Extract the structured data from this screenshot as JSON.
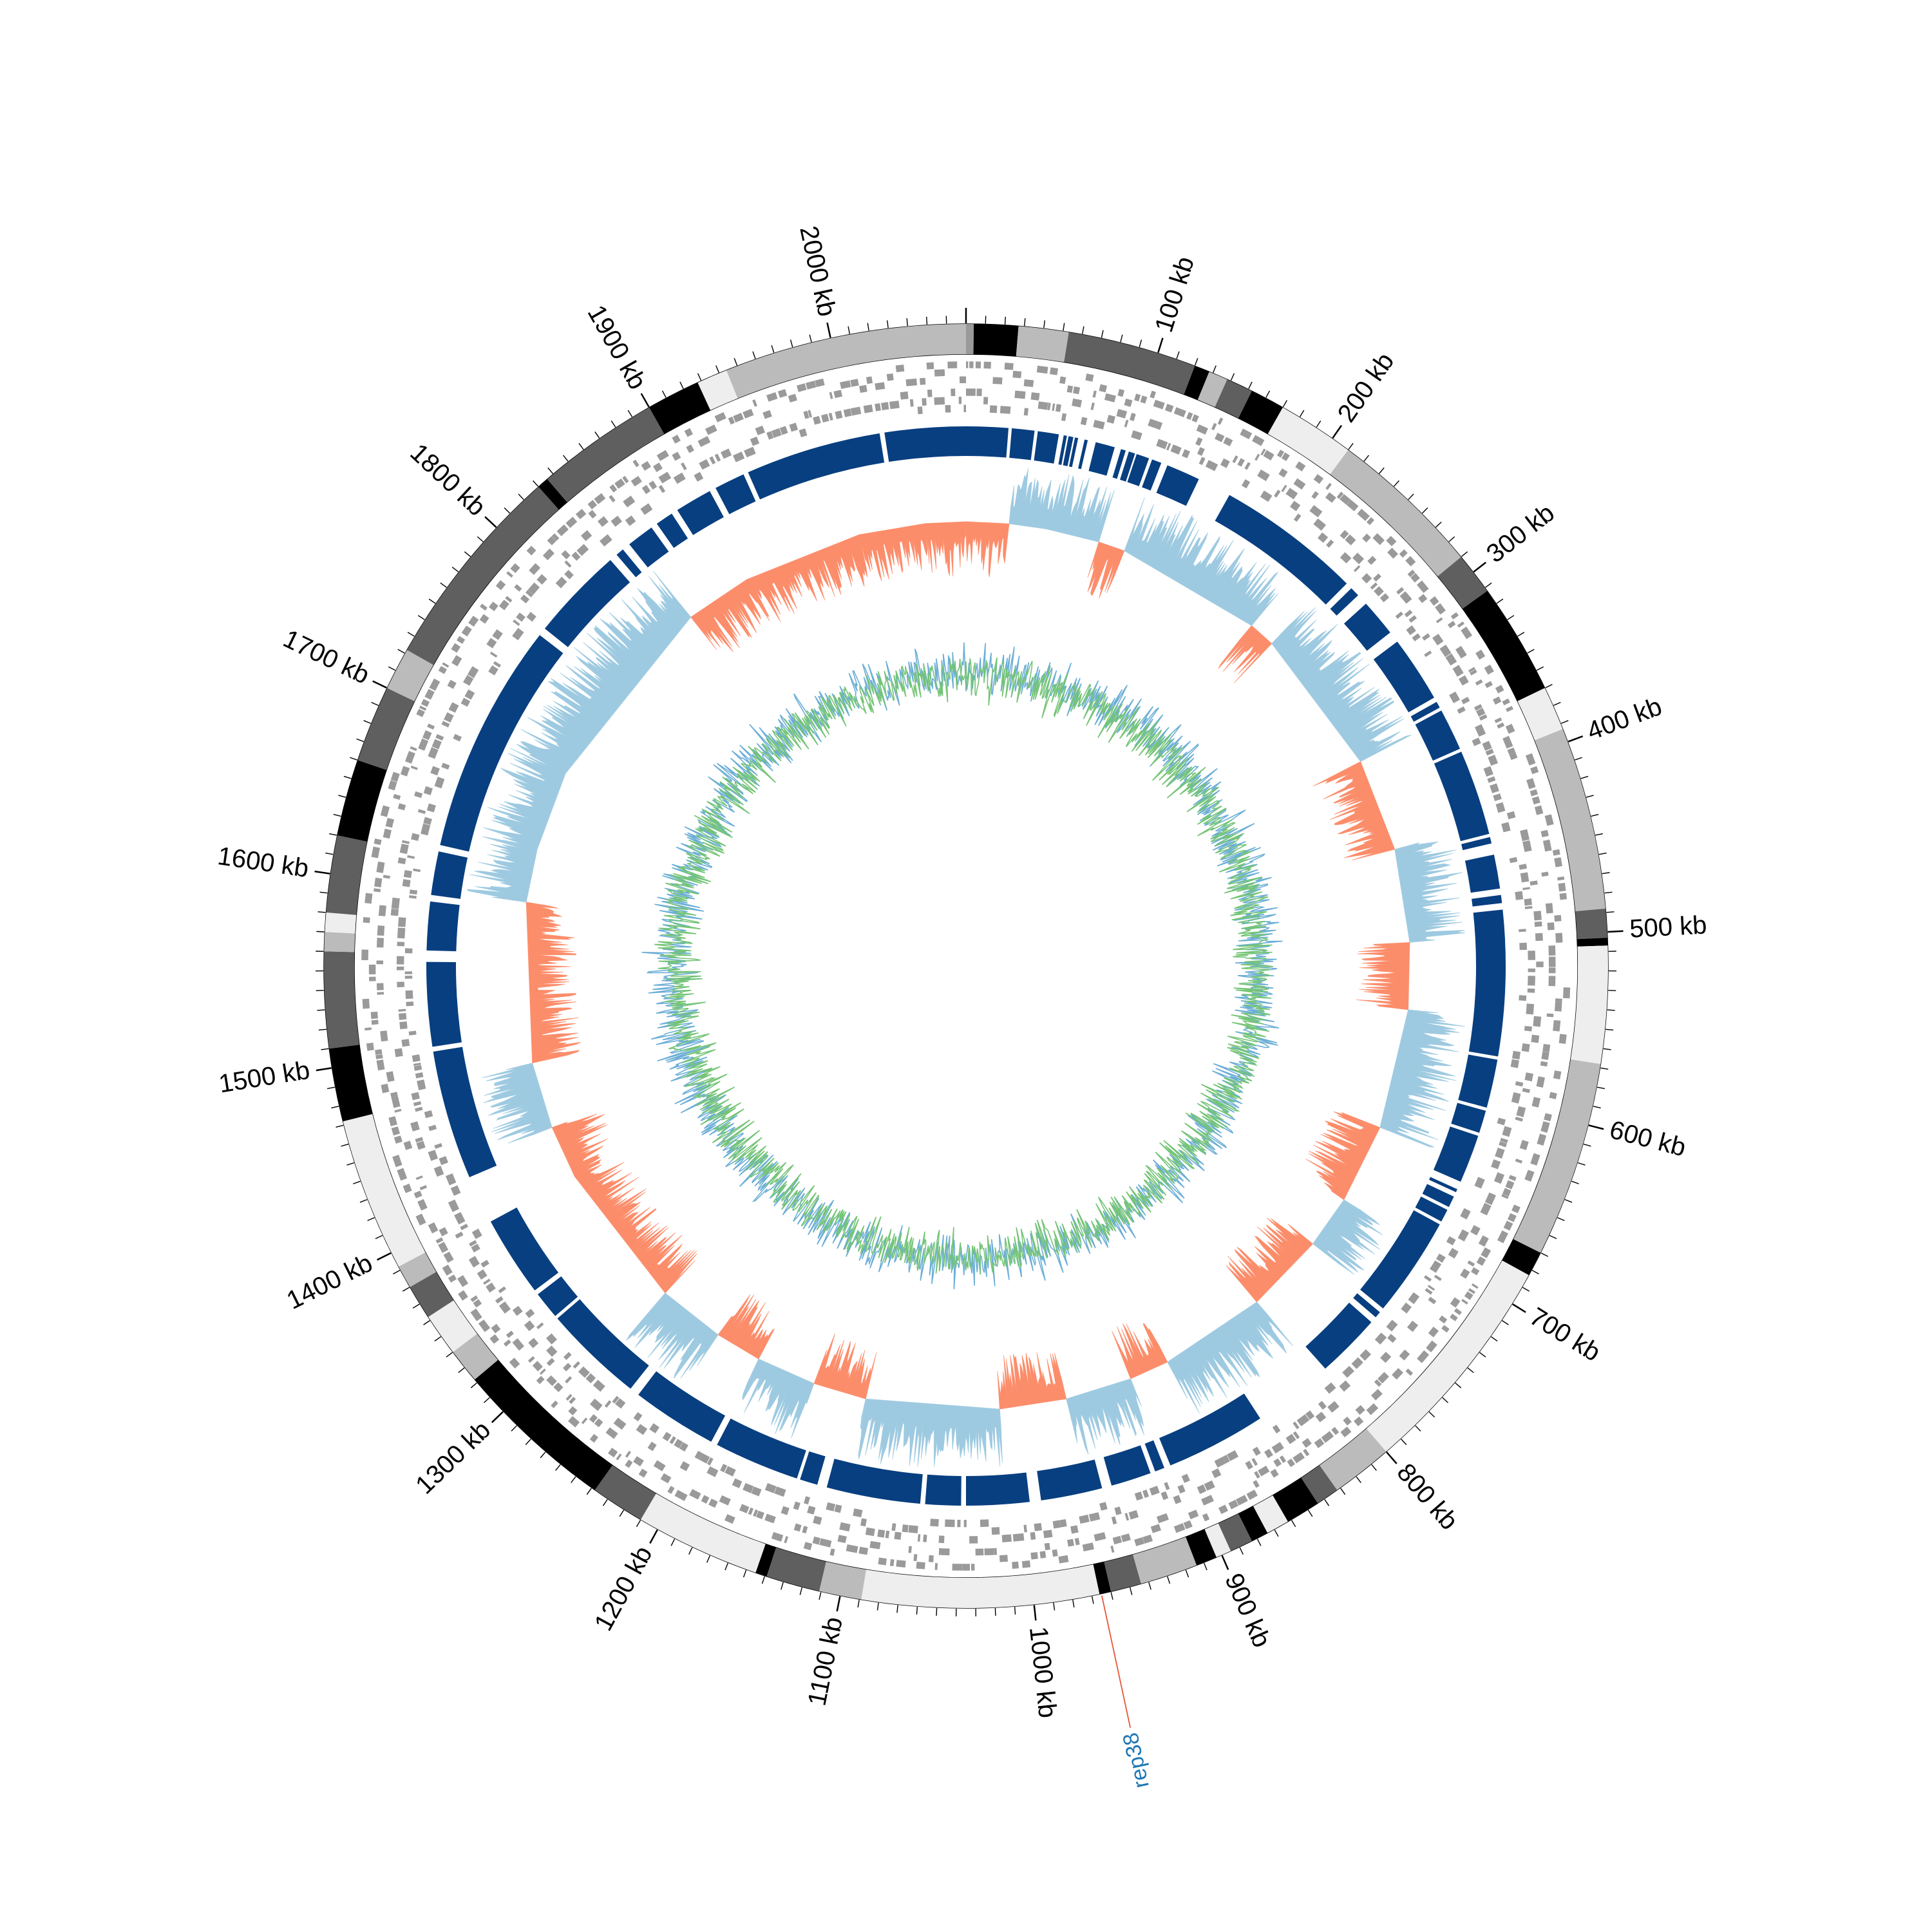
{
  "genome": {
    "length_kb": 2070,
    "tick_labels": [
      {
        "kb": 100,
        "label": "100 kb"
      },
      {
        "kb": 200,
        "label": "200 kb"
      },
      {
        "kb": 300,
        "label": "300 kb"
      },
      {
        "kb": 400,
        "label": "400 kb"
      },
      {
        "kb": 500,
        "label": "500 kb"
      },
      {
        "kb": 600,
        "label": "600 kb"
      },
      {
        "kb": 700,
        "label": "700 kb"
      },
      {
        "kb": 800,
        "label": "800 kb"
      },
      {
        "kb": 900,
        "label": "900 kb"
      },
      {
        "kb": 1000,
        "label": "1000 kb"
      },
      {
        "kb": 1100,
        "label": "1100 kb"
      },
      {
        "kb": 1200,
        "label": "1200 kb"
      },
      {
        "kb": 1300,
        "label": "1300 kb"
      },
      {
        "kb": 1400,
        "label": "1400 kb"
      },
      {
        "kb": 1500,
        "label": "1500 kb"
      },
      {
        "kb": 1600,
        "label": "1600 kb"
      },
      {
        "kb": 1700,
        "label": "1700 kb"
      },
      {
        "kb": 1800,
        "label": "1800 kb"
      },
      {
        "kb": 1900,
        "label": "1900 kb"
      },
      {
        "kb": 2000,
        "label": "2000 kb"
      }
    ]
  },
  "contig_ring": {
    "blocks": [
      {
        "start": 0,
        "end": 4,
        "shade": "#9a9a9a"
      },
      {
        "start": 4,
        "end": 27,
        "shade": "#000000"
      },
      {
        "start": 27,
        "end": 53,
        "shade": "#bbbbbb"
      },
      {
        "start": 53,
        "end": 120,
        "shade": "#5f5f5f"
      },
      {
        "start": 120,
        "end": 128,
        "shade": "#000000"
      },
      {
        "start": 128,
        "end": 138,
        "shade": "#bbbbbb"
      },
      {
        "start": 138,
        "end": 152,
        "shade": "#5f5f5f"
      },
      {
        "start": 152,
        "end": 170,
        "shade": "#000000"
      },
      {
        "start": 170,
        "end": 210,
        "shade": "#eeeeee"
      },
      {
        "start": 210,
        "end": 290,
        "shade": "#bbbbbb"
      },
      {
        "start": 290,
        "end": 312,
        "shade": "#5f5f5f"
      },
      {
        "start": 312,
        "end": 370,
        "shade": "#000000"
      },
      {
        "start": 370,
        "end": 393,
        "shade": "#eeeeee"
      },
      {
        "start": 393,
        "end": 488,
        "shade": "#bbbbbb"
      },
      {
        "start": 488,
        "end": 503,
        "shade": "#5f5f5f"
      },
      {
        "start": 503,
        "end": 507,
        "shade": "#000000"
      },
      {
        "start": 507,
        "end": 568,
        "shade": "#eeeeee"
      },
      {
        "start": 568,
        "end": 670,
        "shade": "#bbbbbb"
      },
      {
        "start": 670,
        "end": 683,
        "shade": "#000000"
      },
      {
        "start": 683,
        "end": 800,
        "shade": "#eeeeee"
      },
      {
        "start": 800,
        "end": 832,
        "shade": "#bbbbbb"
      },
      {
        "start": 832,
        "end": 844,
        "shade": "#5f5f5f"
      },
      {
        "start": 844,
        "end": 862,
        "shade": "#000000"
      },
      {
        "start": 862,
        "end": 874,
        "shade": "#eeeeee"
      },
      {
        "start": 874,
        "end": 883,
        "shade": "#000000"
      },
      {
        "start": 883,
        "end": 895,
        "shade": "#5f5f5f"
      },
      {
        "start": 895,
        "end": 903,
        "shade": "#eeeeee"
      },
      {
        "start": 903,
        "end": 914,
        "shade": "#000000"
      },
      {
        "start": 914,
        "end": 944,
        "shade": "#bbbbbb"
      },
      {
        "start": 944,
        "end": 960,
        "shade": "#5f5f5f"
      },
      {
        "start": 960,
        "end": 966,
        "shade": "#000000"
      },
      {
        "start": 966,
        "end": 1089,
        "shade": "#eeeeee"
      },
      {
        "start": 1089,
        "end": 1111,
        "shade": "#bbbbbb"
      },
      {
        "start": 1111,
        "end": 1139,
        "shade": "#5f5f5f"
      },
      {
        "start": 1139,
        "end": 1145,
        "shade": "#000000"
      },
      {
        "start": 1145,
        "end": 1210,
        "shade": "#eeeeee"
      },
      {
        "start": 1210,
        "end": 1238,
        "shade": "#5f5f5f"
      },
      {
        "start": 1238,
        "end": 1322,
        "shade": "#000000"
      },
      {
        "start": 1322,
        "end": 1340,
        "shade": "#bbbbbb"
      },
      {
        "start": 1340,
        "end": 1362,
        "shade": "#eeeeee"
      },
      {
        "start": 1362,
        "end": 1380,
        "shade": "#5f5f5f"
      },
      {
        "start": 1380,
        "end": 1392,
        "shade": "#bbbbbb"
      },
      {
        "start": 1392,
        "end": 1472,
        "shade": "#eeeeee"
      },
      {
        "start": 1472,
        "end": 1510,
        "shade": "#000000"
      },
      {
        "start": 1510,
        "end": 1560,
        "shade": "#5f5f5f"
      },
      {
        "start": 1560,
        "end": 1570,
        "shade": "#bbbbbb"
      },
      {
        "start": 1570,
        "end": 1580,
        "shade": "#eeeeee"
      },
      {
        "start": 1580,
        "end": 1620,
        "shade": "#5f5f5f"
      },
      {
        "start": 1620,
        "end": 1660,
        "shade": "#000000"
      },
      {
        "start": 1660,
        "end": 1700,
        "shade": "#5f5f5f"
      },
      {
        "start": 1700,
        "end": 1722,
        "shade": "#bbbbbb"
      },
      {
        "start": 1722,
        "end": 1830,
        "shade": "#5f5f5f"
      },
      {
        "start": 1830,
        "end": 1836,
        "shade": "#000000"
      },
      {
        "start": 1836,
        "end": 1900,
        "shade": "#5f5f5f"
      },
      {
        "start": 1900,
        "end": 1928,
        "shade": "#000000"
      },
      {
        "start": 1928,
        "end": 1944,
        "shade": "#eeeeee"
      },
      {
        "start": 1944,
        "end": 2070,
        "shade": "#bbbbbb"
      }
    ]
  },
  "gene_rings": {
    "color": "#9a9a9a"
  },
  "blast_ring": {
    "color": "#083f80",
    "segments": [
      [
        0,
        26
      ],
      [
        28,
        42
      ],
      [
        44,
        57
      ],
      [
        60,
        62
      ],
      [
        63,
        66
      ],
      [
        67,
        69
      ],
      [
        73,
        75
      ],
      [
        80,
        92
      ],
      [
        96,
        99
      ],
      [
        101,
        105
      ],
      [
        106,
        114
      ],
      [
        116,
        122
      ],
      [
        126,
        147
      ],
      [
        168,
        258
      ],
      [
        262,
        268
      ],
      [
        275,
        298
      ],
      [
        305,
        346
      ],
      [
        349,
        353
      ],
      [
        355,
        381
      ],
      [
        383,
        436
      ],
      [
        438,
        442
      ],
      [
        449,
        470
      ],
      [
        474,
        479
      ],
      [
        483,
        573
      ],
      [
        575,
        605
      ],
      [
        607,
        621
      ],
      [
        623,
        653
      ],
      [
        658,
        660
      ],
      [
        663,
        670
      ],
      [
        672,
        680
      ],
      [
        682,
        744
      ],
      [
        747,
        751
      ],
      [
        755,
        795
      ],
      [
        845,
        907
      ],
      [
        911,
        917
      ],
      [
        920,
        945
      ],
      [
        951,
        989
      ],
      [
        996,
        1035
      ],
      [
        1038,
        1060
      ],
      [
        1063,
        1121
      ],
      [
        1127,
        1138
      ],
      [
        1140,
        1193
      ],
      [
        1197,
        1250
      ],
      [
        1256,
        1318
      ],
      [
        1320,
        1337
      ],
      [
        1340,
        1390
      ],
      [
        1420,
        1500
      ],
      [
        1503,
        1555
      ],
      [
        1562,
        1592
      ],
      [
        1596,
        1623
      ],
      [
        1627,
        1770
      ],
      [
        1775,
        1833
      ],
      [
        1838,
        1843
      ],
      [
        1848,
        1865
      ],
      [
        1869,
        1880
      ],
      [
        1884,
        1907
      ],
      [
        1911,
        1930
      ],
      [
        1933,
        2017
      ],
      [
        2020,
        2070
      ]
    ]
  },
  "gc_content_ring": {
    "above_color": "#9ecae1",
    "below_color": "#fc8d6b"
  },
  "gc_skew_ring": {
    "positive_color": "#6baed6",
    "negative_color": "#74c476"
  },
  "annotations": [
    {
      "kb": 965,
      "label": "rep38",
      "label_color": "#1f78b4",
      "line_color": "#e8553a"
    }
  ]
}
